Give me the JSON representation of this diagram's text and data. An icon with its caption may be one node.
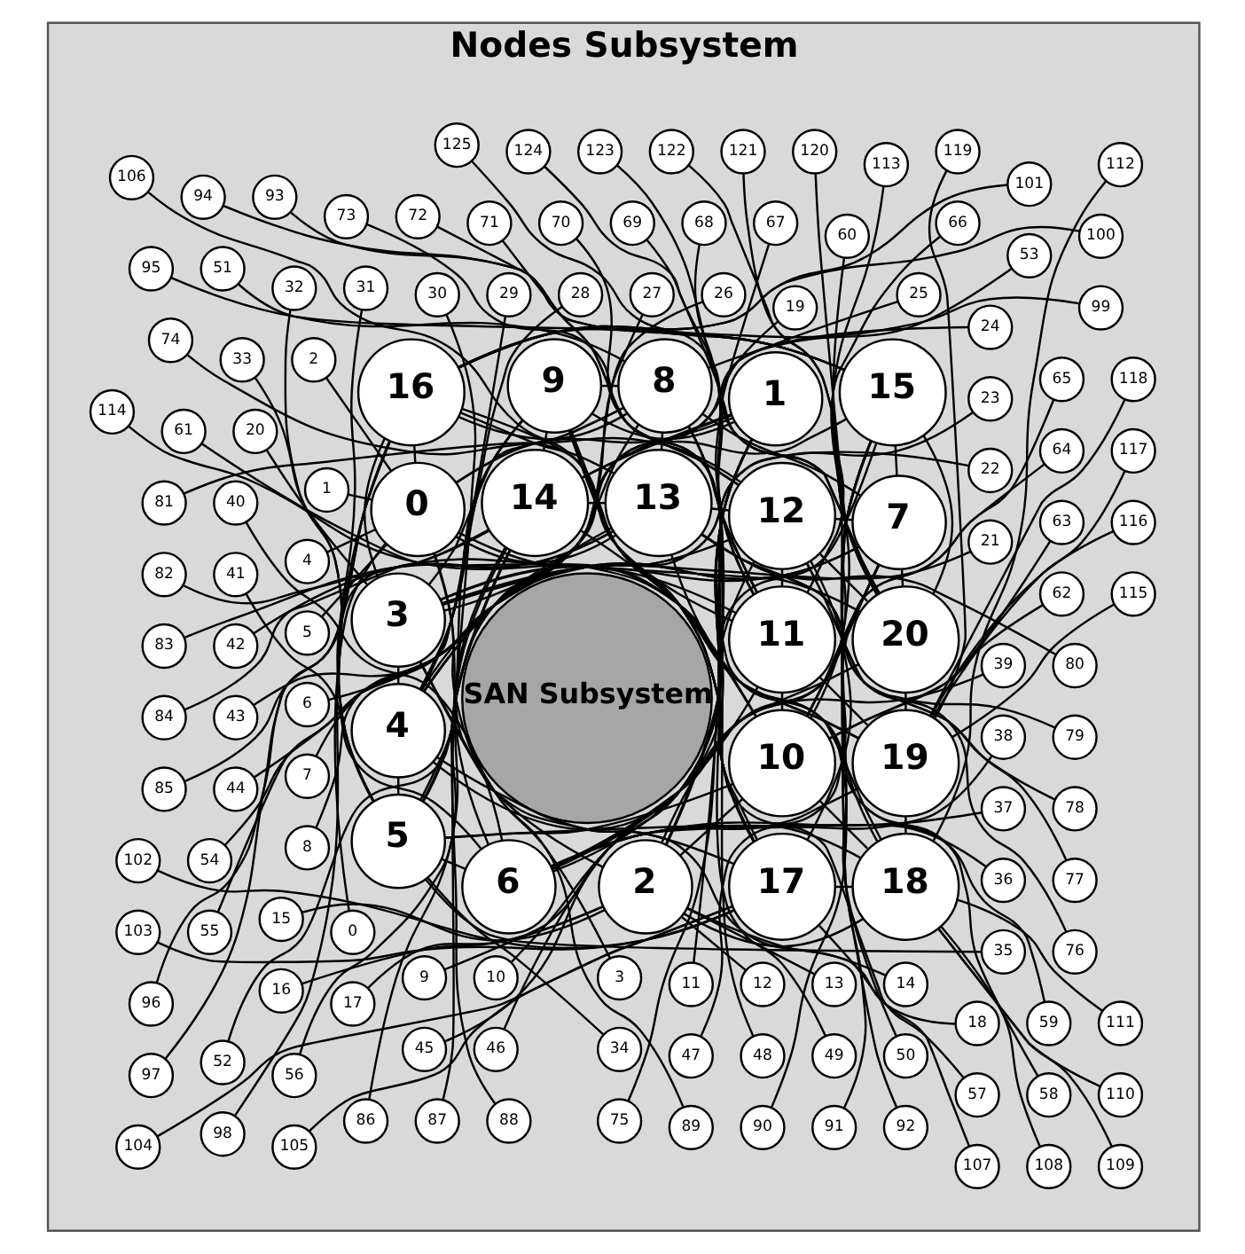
{
  "diagram": {
    "nodes": [
      {
        "text": [
          "Nodes Subsystem"
        ]
      },
      {
        "text": [
          "SAN Subsystem"
        ],
        "in": 0
      },
      {
        "text": [
          "0"
        ],
        "in": 0
      },
      {
        "text": [
          "1"
        ],
        "in": 0
      },
      {
        "text": [
          "2"
        ],
        "in": 0
      },
      {
        "text": [
          "3"
        ],
        "in": 0
      },
      {
        "text": [
          "4"
        ],
        "in": 0
      },
      {
        "text": [
          "5"
        ],
        "in": 0
      },
      {
        "text": [
          "6"
        ],
        "in": 0
      },
      {
        "text": [
          "7"
        ],
        "in": 0
      },
      {
        "text": [
          "8"
        ],
        "in": 0
      },
      {
        "text": [
          "9"
        ],
        "in": 0
      },
      {
        "text": [
          "10"
        ],
        "in": 0
      },
      {
        "text": [
          "11"
        ],
        "in": 0
      },
      {
        "text": [
          "12"
        ],
        "in": 0
      },
      {
        "text": [
          "13"
        ],
        "in": 0
      },
      {
        "text": [
          "14"
        ],
        "in": 0
      },
      {
        "text": [
          "15"
        ],
        "in": 0
      },
      {
        "text": [
          "16"
        ],
        "in": 0
      },
      {
        "text": [
          "17"
        ],
        "in": 0
      },
      {
        "text": [
          "18"
        ],
        "in": 0
      },
      {
        "text": [
          "19"
        ],
        "in": 0
      },
      {
        "text": [
          "20"
        ],
        "in": 0
      },
      {
        "text": [
          "0"
        ],
        "in": 0
      },
      {
        "text": [
          "1"
        ],
        "in": 0
      },
      {
        "text": [
          "2"
        ],
        "in": 0
      },
      {
        "text": [
          "3"
        ],
        "in": 0
      },
      {
        "text": [
          "4"
        ],
        "in": 0
      },
      {
        "text": [
          "5"
        ],
        "in": 0
      },
      {
        "text": [
          "6"
        ],
        "in": 0
      },
      {
        "text": [
          "7"
        ],
        "in": 0
      },
      {
        "text": [
          "8"
        ],
        "in": 0
      },
      {
        "text": [
          "9"
        ],
        "in": 0
      },
      {
        "text": [
          "10"
        ],
        "in": 0
      },
      {
        "text": [
          "11"
        ],
        "in": 0
      },
      {
        "text": [
          "12"
        ],
        "in": 0
      },
      {
        "text": [
          "13"
        ],
        "in": 0
      },
      {
        "text": [
          "14"
        ],
        "in": 0
      },
      {
        "text": [
          "15"
        ],
        "in": 0
      },
      {
        "text": [
          "16"
        ],
        "in": 0
      },
      {
        "text": [
          "17"
        ],
        "in": 0
      },
      {
        "text": [
          "18"
        ],
        "in": 0
      },
      {
        "text": [
          "19"
        ],
        "in": 0
      },
      {
        "text": [
          "20"
        ],
        "in": 0
      },
      {
        "text": [
          "21"
        ],
        "in": 0
      },
      {
        "text": [
          "22"
        ],
        "in": 0
      },
      {
        "text": [
          "23"
        ],
        "in": 0
      },
      {
        "text": [
          "24"
        ],
        "in": 0
      },
      {
        "text": [
          "25"
        ],
        "in": 0
      },
      {
        "text": [
          "26"
        ],
        "in": 0
      },
      {
        "text": [
          "27"
        ],
        "in": 0
      },
      {
        "text": [
          "28"
        ],
        "in": 0
      },
      {
        "text": [
          "29"
        ],
        "in": 0
      },
      {
        "text": [
          "30"
        ],
        "in": 0
      },
      {
        "text": [
          "31"
        ],
        "in": 0
      },
      {
        "text": [
          "32"
        ],
        "in": 0
      },
      {
        "text": [
          "33"
        ],
        "in": 0
      },
      {
        "text": [
          "34"
        ],
        "in": 0
      },
      {
        "text": [
          "35"
        ],
        "in": 0
      },
      {
        "text": [
          "36"
        ],
        "in": 0
      },
      {
        "text": [
          "37"
        ],
        "in": 0
      },
      {
        "text": [
          "38"
        ],
        "in": 0
      },
      {
        "text": [
          "39"
        ],
        "in": 0
      },
      {
        "text": [
          "40"
        ],
        "in": 0
      },
      {
        "text": [
          "41"
        ],
        "in": 0
      },
      {
        "text": [
          "42"
        ],
        "in": 0
      },
      {
        "text": [
          "43"
        ],
        "in": 0
      },
      {
        "text": [
          "44"
        ],
        "in": 0
      },
      {
        "text": [
          "45"
        ],
        "in": 0
      },
      {
        "text": [
          "46"
        ],
        "in": 0
      },
      {
        "text": [
          "47"
        ],
        "in": 0
      },
      {
        "text": [
          "48"
        ],
        "in": 0
      },
      {
        "text": [
          "49"
        ],
        "in": 0
      },
      {
        "text": [
          "50"
        ],
        "in": 0
      },
      {
        "text": [
          "51"
        ],
        "in": 0
      },
      {
        "text": [
          "52"
        ],
        "in": 0
      },
      {
        "text": [
          "53"
        ],
        "in": 0
      },
      {
        "text": [
          "54"
        ],
        "in": 0
      },
      {
        "text": [
          "55"
        ],
        "in": 0
      },
      {
        "text": [
          "56"
        ],
        "in": 0
      },
      {
        "text": [
          "57"
        ],
        "in": 0
      },
      {
        "text": [
          "58"
        ],
        "in": 0
      },
      {
        "text": [
          "59"
        ],
        "in": 0
      },
      {
        "text": [
          "60"
        ],
        "in": 0
      },
      {
        "text": [
          "61"
        ],
        "in": 0
      },
      {
        "text": [
          "62"
        ],
        "in": 0
      },
      {
        "text": [
          "63"
        ],
        "in": 0
      },
      {
        "text": [
          "64"
        ],
        "in": 0
      },
      {
        "text": [
          "65"
        ],
        "in": 0
      },
      {
        "text": [
          "66"
        ],
        "in": 0
      },
      {
        "text": [
          "67"
        ],
        "in": 0
      },
      {
        "text": [
          "68"
        ],
        "in": 0
      },
      {
        "text": [
          "69"
        ],
        "in": 0
      },
      {
        "text": [
          "70"
        ],
        "in": 0
      },
      {
        "text": [
          "71"
        ],
        "in": 0
      },
      {
        "text": [
          "72"
        ],
        "in": 0
      },
      {
        "text": [
          "73"
        ],
        "in": 0
      },
      {
        "text": [
          "74"
        ],
        "in": 0
      },
      {
        "text": [
          "75"
        ],
        "in": 0
      },
      {
        "text": [
          "76"
        ],
        "in": 0
      },
      {
        "text": [
          "77"
        ],
        "in": 0
      },
      {
        "text": [
          "78"
        ],
        "in": 0
      },
      {
        "text": [
          "79"
        ],
        "in": 0
      },
      {
        "text": [
          "80"
        ],
        "in": 0
      },
      {
        "text": [
          "81"
        ],
        "in": 0
      },
      {
        "text": [
          "82"
        ],
        "in": 0
      },
      {
        "text": [
          "83"
        ],
        "in": 0
      },
      {
        "text": [
          "84"
        ],
        "in": 0
      },
      {
        "text": [
          "85"
        ],
        "in": 0
      },
      {
        "text": [
          "86"
        ],
        "in": 0
      },
      {
        "text": [
          "87"
        ],
        "in": 0
      },
      {
        "text": [
          "88"
        ],
        "in": 0
      },
      {
        "text": [
          "89"
        ],
        "in": 0
      },
      {
        "text": [
          "90"
        ],
        "in": 0
      },
      {
        "text": [
          "91"
        ],
        "in": 0
      },
      {
        "text": [
          "92"
        ],
        "in": 0
      },
      {
        "text": [
          "93"
        ],
        "in": 0
      },
      {
        "text": [
          "94"
        ],
        "in": 0
      },
      {
        "text": [
          "95"
        ],
        "in": 0
      },
      {
        "text": [
          "96"
        ],
        "in": 0
      },
      {
        "text": [
          "97"
        ],
        "in": 0
      },
      {
        "text": [
          "98"
        ],
        "in": 0
      },
      {
        "text": [
          "99"
        ],
        "in": 0
      },
      {
        "text": [
          "100"
        ],
        "in": 0
      },
      {
        "text": [
          "101"
        ],
        "in": 0
      },
      {
        "text": [
          "102"
        ],
        "in": 0
      },
      {
        "text": [
          "103"
        ],
        "in": 0
      },
      {
        "text": [
          "104"
        ],
        "in": 0
      },
      {
        "text": [
          "105"
        ],
        "in": 0
      },
      {
        "text": [
          "106"
        ],
        "in": 0
      },
      {
        "text": [
          "107"
        ],
        "in": 0
      },
      {
        "text": [
          "108"
        ],
        "in": 0
      },
      {
        "text": [
          "109"
        ],
        "in": 0
      },
      {
        "text": [
          "110"
        ],
        "in": 0
      },
      {
        "text": [
          "111"
        ],
        "in": 0
      },
      {
        "text": [
          "112"
        ],
        "in": 0
      },
      {
        "text": [
          "113"
        ],
        "in": 0
      },
      {
        "text": [
          "114"
        ],
        "in": 0
      },
      {
        "text": [
          "115"
        ],
        "in": 0
      },
      {
        "text": [
          "116"
        ],
        "in": 0
      },
      {
        "text": [
          "117"
        ],
        "in": 0
      },
      {
        "text": [
          "118"
        ],
        "in": 0
      },
      {
        "text": [
          "119"
        ],
        "in": 0
      },
      {
        "text": [
          "120"
        ],
        "in": 0
      },
      {
        "text": [
          "121"
        ],
        "in": 0
      },
      {
        "text": [
          "122"
        ],
        "in": 0
      },
      {
        "text": [
          "123"
        ],
        "in": 0
      },
      {
        "text": [
          "124"
        ],
        "in": 0
      },
      {
        "text": [
          "125"
        ],
        "in": 0
      }
    ],
    "edges": [
      {
        "from": 2,
        "to": 3,
        "arrow": "none"
      },
      {
        "from": 3,
        "to": 4,
        "arrow": "none"
      },
      {
        "from": 4,
        "to": 5,
        "arrow": "none"
      },
      {
        "from": 5,
        "to": 6,
        "arrow": "none"
      },
      {
        "from": 6,
        "to": 7,
        "arrow": "none"
      },
      {
        "from": 7,
        "to": 8,
        "arrow": "none"
      },
      {
        "from": 8,
        "to": 9,
        "arrow": "none"
      },
      {
        "from": 9,
        "to": 10,
        "arrow": "none"
      },
      {
        "from": 10,
        "to": 11,
        "arrow": "none"
      },
      {
        "from": 11,
        "to": 12,
        "arrow": "none"
      },
      {
        "from": 12,
        "to": 13,
        "arrow": "none"
      },
      {
        "from": 13,
        "to": 14,
        "arrow": "none"
      },
      {
        "from": 14,
        "to": 15,
        "arrow": "none"
      },
      {
        "from": 15,
        "to": 16,
        "arrow": "none"
      },
      {
        "from": 16,
        "to": 17,
        "arrow": "none"
      },
      {
        "from": 17,
        "to": 18,
        "arrow": "none"
      },
      {
        "from": 18,
        "to": 19,
        "arrow": "none"
      },
      {
        "from": 19,
        "to": 20,
        "arrow": "none"
      },
      {
        "from": 20,
        "to": 21,
        "arrow": "none"
      },
      {
        "from": 21,
        "to": 22,
        "arrow": "none"
      },
      {
        "from": 22,
        "to": 2,
        "arrow": "none"
      },
      {
        "from": 2,
        "to": 7,
        "arrow": "none"
      },
      {
        "from": 3,
        "to": 8,
        "arrow": "none"
      },
      {
        "from": 4,
        "to": 9,
        "arrow": "none"
      },
      {
        "from": 5,
        "to": 10,
        "arrow": "none"
      },
      {
        "from": 6,
        "to": 11,
        "arrow": "none"
      },
      {
        "from": 7,
        "to": 12,
        "arrow": "none"
      },
      {
        "from": 8,
        "to": 13,
        "arrow": "none"
      },
      {
        "from": 9,
        "to": 14,
        "arrow": "none"
      },
      {
        "from": 10,
        "to": 15,
        "arrow": "none"
      },
      {
        "from": 11,
        "to": 16,
        "arrow": "none"
      },
      {
        "from": 12,
        "to": 17,
        "arrow": "none"
      },
      {
        "from": 13,
        "to": 18,
        "arrow": "none"
      },
      {
        "from": 14,
        "to": 19,
        "arrow": "none"
      },
      {
        "from": 15,
        "to": 20,
        "arrow": "none"
      },
      {
        "from": 16,
        "to": 21,
        "arrow": "none"
      },
      {
        "from": 17,
        "to": 22,
        "arrow": "none"
      },
      {
        "from": 18,
        "to": 2,
        "arrow": "none"
      },
      {
        "from": 19,
        "to": 3,
        "arrow": "none"
      },
      {
        "from": 20,
        "to": 4,
        "arrow": "none"
      },
      {
        "from": 21,
        "to": 5,
        "arrow": "none"
      },
      {
        "from": 22,
        "to": 6,
        "arrow": "none"
      },
      {
        "from": 2,
        "to": 10,
        "arrow": "none"
      },
      {
        "from": 3,
        "to": 11,
        "arrow": "none"
      },
      {
        "from": 4,
        "to": 12,
        "arrow": "none"
      },
      {
        "from": 5,
        "to": 13,
        "arrow": "none"
      },
      {
        "from": 6,
        "to": 14,
        "arrow": "none"
      },
      {
        "from": 7,
        "to": 15,
        "arrow": "none"
      },
      {
        "from": 8,
        "to": 16,
        "arrow": "none"
      },
      {
        "from": 9,
        "to": 17,
        "arrow": "none"
      },
      {
        "from": 10,
        "to": 18,
        "arrow": "none"
      },
      {
        "from": 11,
        "to": 19,
        "arrow": "none"
      },
      {
        "from": 12,
        "to": 20,
        "arrow": "none"
      },
      {
        "from": 13,
        "to": 21,
        "arrow": "none"
      },
      {
        "from": 14,
        "to": 22,
        "arrow": "none"
      },
      {
        "from": 15,
        "to": 2,
        "arrow": "none"
      },
      {
        "from": 16,
        "to": 3,
        "arrow": "none"
      },
      {
        "from": 17,
        "to": 4,
        "arrow": "none"
      },
      {
        "from": 18,
        "to": 5,
        "arrow": "none"
      },
      {
        "from": 19,
        "to": 6,
        "arrow": "none"
      },
      {
        "from": 20,
        "to": 7,
        "arrow": "none"
      },
      {
        "from": 21,
        "to": 8,
        "arrow": "none"
      },
      {
        "from": 22,
        "to": 9,
        "arrow": "none"
      },
      {
        "from": 2,
        "to": 23,
        "arrow": "none"
      },
      {
        "from": 2,
        "to": 24,
        "arrow": "none"
      },
      {
        "from": 2,
        "to": 25,
        "arrow": "none"
      },
      {
        "from": 2,
        "to": 26,
        "arrow": "none"
      },
      {
        "from": 2,
        "to": 27,
        "arrow": "none"
      },
      {
        "from": 2,
        "to": 28,
        "arrow": "none"
      },
      {
        "from": 3,
        "to": 29,
        "arrow": "none"
      },
      {
        "from": 3,
        "to": 30,
        "arrow": "none"
      },
      {
        "from": 3,
        "to": 31,
        "arrow": "none"
      },
      {
        "from": 3,
        "to": 32,
        "arrow": "none"
      },
      {
        "from": 3,
        "to": 33,
        "arrow": "none"
      },
      {
        "from": 3,
        "to": 34,
        "arrow": "none"
      },
      {
        "from": 4,
        "to": 35,
        "arrow": "none"
      },
      {
        "from": 4,
        "to": 36,
        "arrow": "none"
      },
      {
        "from": 4,
        "to": 37,
        "arrow": "none"
      },
      {
        "from": 4,
        "to": 38,
        "arrow": "none"
      },
      {
        "from": 4,
        "to": 39,
        "arrow": "none"
      },
      {
        "from": 4,
        "to": 40,
        "arrow": "none"
      },
      {
        "from": 5,
        "to": 41,
        "arrow": "none"
      },
      {
        "from": 5,
        "to": 42,
        "arrow": "none"
      },
      {
        "from": 5,
        "to": 43,
        "arrow": "none"
      },
      {
        "from": 5,
        "to": 44,
        "arrow": "none"
      },
      {
        "from": 5,
        "to": 45,
        "arrow": "none"
      },
      {
        "from": 5,
        "to": 46,
        "arrow": "none"
      },
      {
        "from": 6,
        "to": 47,
        "arrow": "none"
      },
      {
        "from": 6,
        "to": 48,
        "arrow": "none"
      },
      {
        "from": 6,
        "to": 49,
        "arrow": "none"
      },
      {
        "from": 6,
        "to": 50,
        "arrow": "none"
      },
      {
        "from": 6,
        "to": 51,
        "arrow": "none"
      },
      {
        "from": 6,
        "to": 52,
        "arrow": "none"
      },
      {
        "from": 7,
        "to": 53,
        "arrow": "none"
      },
      {
        "from": 7,
        "to": 54,
        "arrow": "none"
      },
      {
        "from": 7,
        "to": 55,
        "arrow": "none"
      },
      {
        "from": 7,
        "to": 56,
        "arrow": "none"
      },
      {
        "from": 7,
        "to": 57,
        "arrow": "none"
      },
      {
        "from": 7,
        "to": 58,
        "arrow": "none"
      },
      {
        "from": 8,
        "to": 59,
        "arrow": "none"
      },
      {
        "from": 8,
        "to": 60,
        "arrow": "none"
      },
      {
        "from": 8,
        "to": 61,
        "arrow": "none"
      },
      {
        "from": 8,
        "to": 62,
        "arrow": "none"
      },
      {
        "from": 8,
        "to": 63,
        "arrow": "none"
      },
      {
        "from": 8,
        "to": 64,
        "arrow": "none"
      },
      {
        "from": 9,
        "to": 65,
        "arrow": "none"
      },
      {
        "from": 9,
        "to": 66,
        "arrow": "none"
      },
      {
        "from": 9,
        "to": 67,
        "arrow": "none"
      },
      {
        "from": 9,
        "to": 68,
        "arrow": "none"
      },
      {
        "from": 9,
        "to": 69,
        "arrow": "none"
      },
      {
        "from": 9,
        "to": 70,
        "arrow": "none"
      },
      {
        "from": 10,
        "to": 71,
        "arrow": "none"
      },
      {
        "from": 10,
        "to": 72,
        "arrow": "none"
      },
      {
        "from": 10,
        "to": 73,
        "arrow": "none"
      },
      {
        "from": 10,
        "to": 74,
        "arrow": "none"
      },
      {
        "from": 10,
        "to": 75,
        "arrow": "none"
      },
      {
        "from": 10,
        "to": 76,
        "arrow": "none"
      },
      {
        "from": 11,
        "to": 77,
        "arrow": "none"
      },
      {
        "from": 11,
        "to": 78,
        "arrow": "none"
      },
      {
        "from": 11,
        "to": 79,
        "arrow": "none"
      },
      {
        "from": 11,
        "to": 80,
        "arrow": "none"
      },
      {
        "from": 11,
        "to": 81,
        "arrow": "none"
      },
      {
        "from": 11,
        "to": 82,
        "arrow": "none"
      },
      {
        "from": 12,
        "to": 83,
        "arrow": "none"
      },
      {
        "from": 12,
        "to": 84,
        "arrow": "none"
      },
      {
        "from": 12,
        "to": 85,
        "arrow": "none"
      },
      {
        "from": 12,
        "to": 86,
        "arrow": "none"
      },
      {
        "from": 12,
        "to": 87,
        "arrow": "none"
      },
      {
        "from": 12,
        "to": 88,
        "arrow": "none"
      },
      {
        "from": 13,
        "to": 89,
        "arrow": "none"
      },
      {
        "from": 13,
        "to": 90,
        "arrow": "none"
      },
      {
        "from": 13,
        "to": 91,
        "arrow": "none"
      },
      {
        "from": 13,
        "to": 92,
        "arrow": "none"
      },
      {
        "from": 13,
        "to": 93,
        "arrow": "none"
      },
      {
        "from": 13,
        "to": 94,
        "arrow": "none"
      },
      {
        "from": 14,
        "to": 95,
        "arrow": "none"
      },
      {
        "from": 14,
        "to": 96,
        "arrow": "none"
      },
      {
        "from": 14,
        "to": 97,
        "arrow": "none"
      },
      {
        "from": 14,
        "to": 98,
        "arrow": "none"
      },
      {
        "from": 14,
        "to": 99,
        "arrow": "none"
      },
      {
        "from": 14,
        "to": 100,
        "arrow": "none"
      },
      {
        "from": 15,
        "to": 101,
        "arrow": "none"
      },
      {
        "from": 15,
        "to": 102,
        "arrow": "none"
      },
      {
        "from": 15,
        "to": 103,
        "arrow": "none"
      },
      {
        "from": 15,
        "to": 104,
        "arrow": "none"
      },
      {
        "from": 15,
        "to": 105,
        "arrow": "none"
      },
      {
        "from": 15,
        "to": 106,
        "arrow": "none"
      },
      {
        "from": 16,
        "to": 107,
        "arrow": "none"
      },
      {
        "from": 16,
        "to": 108,
        "arrow": "none"
      },
      {
        "from": 16,
        "to": 109,
        "arrow": "none"
      },
      {
        "from": 16,
        "to": 110,
        "arrow": "none"
      },
      {
        "from": 16,
        "to": 111,
        "arrow": "none"
      },
      {
        "from": 16,
        "to": 112,
        "arrow": "none"
      },
      {
        "from": 17,
        "to": 113,
        "arrow": "none"
      },
      {
        "from": 17,
        "to": 114,
        "arrow": "none"
      },
      {
        "from": 17,
        "to": 115,
        "arrow": "none"
      },
      {
        "from": 17,
        "to": 116,
        "arrow": "none"
      },
      {
        "from": 17,
        "to": 117,
        "arrow": "none"
      },
      {
        "from": 17,
        "to": 118,
        "arrow": "none"
      },
      {
        "from": 18,
        "to": 119,
        "arrow": "none"
      },
      {
        "from": 18,
        "to": 120,
        "arrow": "none"
      },
      {
        "from": 18,
        "to": 121,
        "arrow": "none"
      },
      {
        "from": 18,
        "to": 122,
        "arrow": "none"
      },
      {
        "from": 18,
        "to": 123,
        "arrow": "none"
      },
      {
        "from": 18,
        "to": 124,
        "arrow": "none"
      },
      {
        "from": 19,
        "to": 125,
        "arrow": "none"
      },
      {
        "from": 19,
        "to": 126,
        "arrow": "none"
      },
      {
        "from": 19,
        "to": 127,
        "arrow": "none"
      },
      {
        "from": 19,
        "to": 128,
        "arrow": "none"
      },
      {
        "from": 19,
        "to": 129,
        "arrow": "none"
      },
      {
        "from": 19,
        "to": 130,
        "arrow": "none"
      },
      {
        "from": 20,
        "to": 131,
        "arrow": "none"
      },
      {
        "from": 20,
        "to": 132,
        "arrow": "none"
      },
      {
        "from": 20,
        "to": 133,
        "arrow": "none"
      },
      {
        "from": 20,
        "to": 134,
        "arrow": "none"
      },
      {
        "from": 20,
        "to": 135,
        "arrow": "none"
      },
      {
        "from": 20,
        "to": 136,
        "arrow": "none"
      },
      {
        "from": 21,
        "to": 137,
        "arrow": "none"
      },
      {
        "from": 21,
        "to": 138,
        "arrow": "none"
      },
      {
        "from": 21,
        "to": 139,
        "arrow": "none"
      },
      {
        "from": 21,
        "to": 140,
        "arrow": "none"
      },
      {
        "from": 21,
        "to": 141,
        "arrow": "none"
      },
      {
        "from": 21,
        "to": 142,
        "arrow": "none"
      },
      {
        "from": 22,
        "to": 143,
        "arrow": "none"
      },
      {
        "from": 22,
        "to": 144,
        "arrow": "none"
      },
      {
        "from": 22,
        "to": 145,
        "arrow": "none"
      },
      {
        "from": 22,
        "to": 146,
        "arrow": "none"
      },
      {
        "from": 22,
        "to": 147,
        "arrow": "none"
      },
      {
        "from": 22,
        "to": 148,
        "arrow": "none"
      }
    ]
  }
}
